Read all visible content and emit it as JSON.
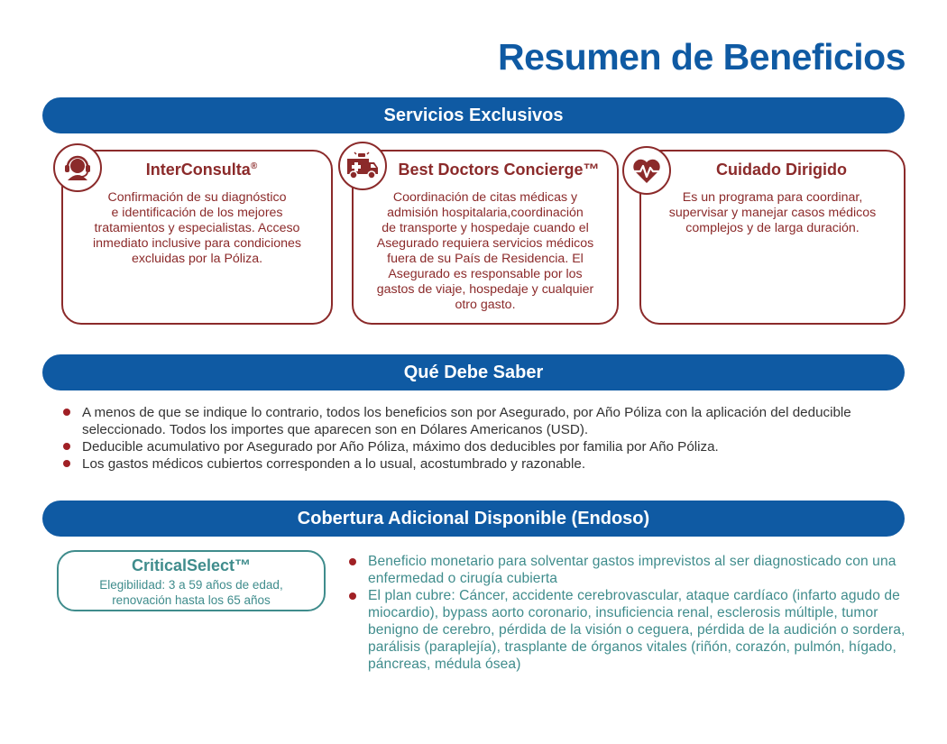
{
  "page": {
    "title": "Resumen de Beneficios"
  },
  "colors": {
    "brand_blue": "#0f5aa3",
    "maroon": "#8b2a2a",
    "teal": "#3f8c8c",
    "bullet_red": "#a02025"
  },
  "sections": {
    "exclusive": "Servicios Exclusivos",
    "know": "Qué Debe Saber",
    "additional": "Cobertura Adicional Disponible (Endoso)"
  },
  "cards": [
    {
      "icon": "headset-icon",
      "title": "InterConsulta",
      "title_mark": "®",
      "lines": [
        "Confirmación de su diagnóstico",
        "e identificación de los mejores",
        "tratamientos y especialistas. Acceso",
        "inmediato inclusive para condiciones",
        "excluidas por la Póliza."
      ]
    },
    {
      "icon": "ambulance-icon",
      "title": "Best Doctors Concierge™",
      "lines": [
        "Coordinación de citas médicas y",
        "admisión hospitalaria,coordinación",
        "de transporte y hospedaje cuando el",
        "Asegurado requiera servicios médicos",
        "fuera de su País de Residencia. El",
        "Asegurado es responsable por los",
        "gastos de viaje, hospedaje y cualquier",
        "otro gasto."
      ]
    },
    {
      "icon": "heartbeat-icon",
      "title": "Cuidado Dirigido",
      "lines": [
        "Es un programa para coordinar,",
        "supervisar y manejar casos médicos",
        "complejos y de larga duración."
      ]
    }
  ],
  "know_items": [
    "A menos de que se indique lo contrario, todos los beneficios son por Asegurado, por Año Póliza con la aplicación del deducible seleccionado. Todos los importes que aparecen son en Dólares Americanos (USD).",
    "Deducible acumulativo por Asegurado por Año Póliza, máximo dos deducibles por familia por Año Póliza.",
    "Los gastos médicos cubiertos corresponden a lo usual, acostumbrado y razonable."
  ],
  "critical": {
    "title": "CriticalSelect™",
    "lines": [
      "Elegibilidad: 3 a 59 años de edad,",
      "renovación hasta los 65 años"
    ]
  },
  "additional_items": [
    "Beneficio monetario para solventar gastos imprevistos al ser diagnosticado con una enfermedad o cirugía cubierta",
    "El plan cubre: Cáncer, accidente cerebrovascular, ataque cardíaco (infarto agudo de miocardio), bypass aorto coronario, insuficiencia renal, esclerosis múltiple, tumor benigno de cerebro, pérdida de la visión o ceguera, pérdida de la audición o sordera, parálisis (paraplejía), trasplante de órganos vitales (riñón, corazón, pulmón, hígado, páncreas, médula ósea)"
  ]
}
